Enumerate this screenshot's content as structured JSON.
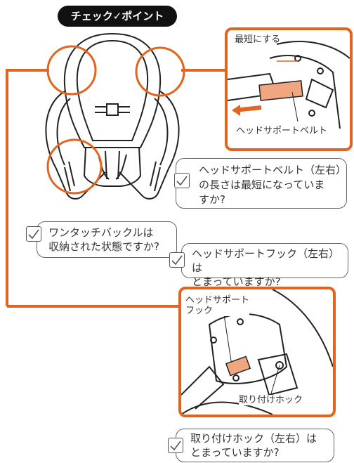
{
  "header": {
    "check_point_label": "チェック✓ポイント"
  },
  "callouts": {
    "belt_length_question": [
      "ヘッドサポートベルト（左右）",
      "の長さは最短になっていま",
      "すか?"
    ],
    "buckle_question": [
      "ワンタッチバックルは",
      "収納された状態ですか?"
    ],
    "hook_question": [
      "ヘッドサポートフック（左右）は",
      "とまっていますか?"
    ],
    "attach_hook_question": [
      "取り付けホック（左右）は",
      "とまっていますか?"
    ]
  },
  "labels": {
    "shortest": "最短にする",
    "head_support_belt": "ヘッドサポートベルト",
    "head_support_hook": [
      "ヘッドサポート",
      "フック"
    ],
    "attach_hook": "取り付けホック"
  },
  "colors": {
    "accent": "#e2641e",
    "belt": "#f0a77f",
    "dark": "#111111"
  }
}
